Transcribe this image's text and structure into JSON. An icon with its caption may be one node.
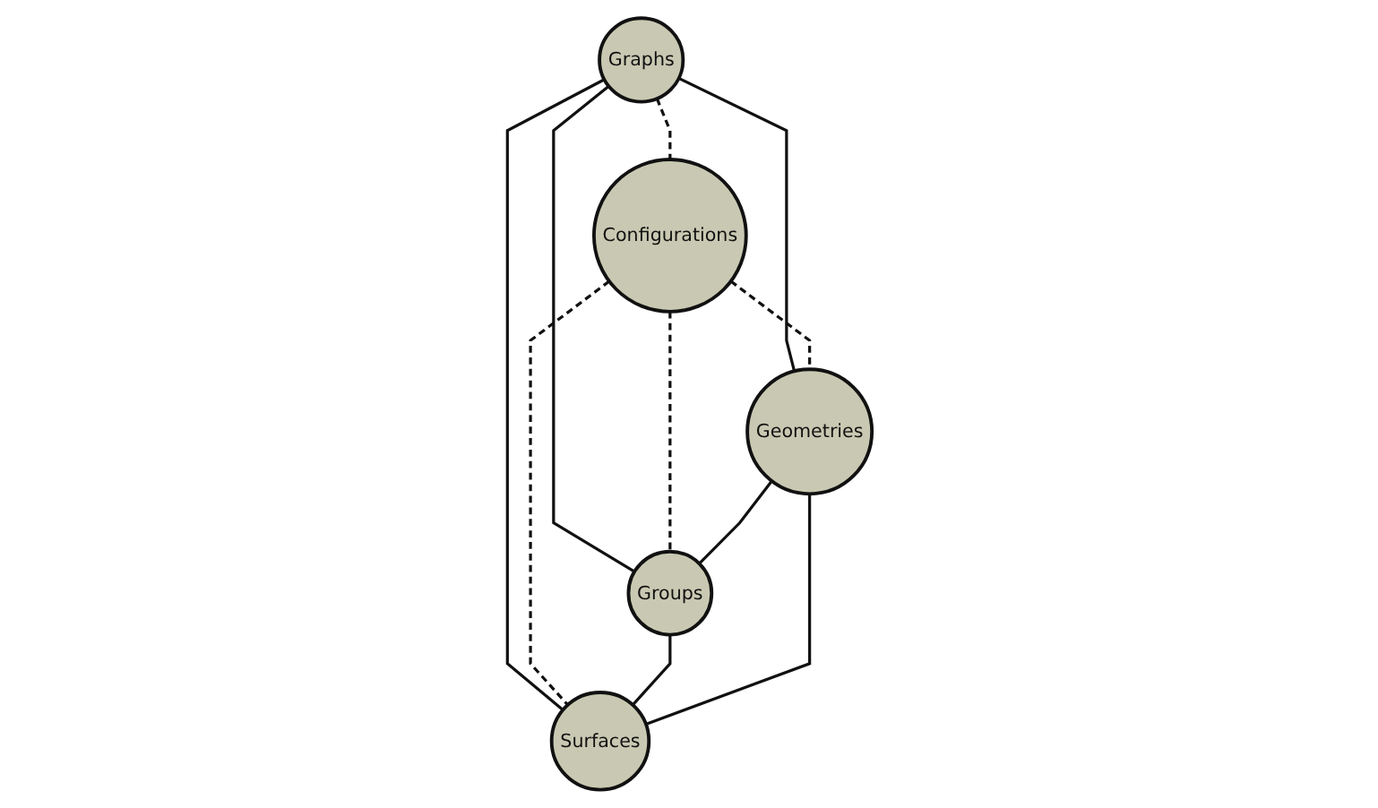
{
  "diagram": {
    "nodes": [
      {
        "text": [
          "Graphs"
        ]
      },
      {
        "text": [
          "Configurations"
        ]
      },
      {
        "text": [
          "Groups"
        ]
      },
      {
        "text": [
          "Geometries"
        ]
      },
      {
        "text": [
          "Surfaces"
        ]
      }
    ],
    "edges": [
      {
        "from": 0,
        "to": 3,
        "arrow": "none"
      },
      {
        "from": 0,
        "to": 1,
        "arrow": "none",
        "style": "dashed"
      },
      {
        "from": 0,
        "to": 2,
        "arrow": "none"
      },
      {
        "from": 0,
        "to": 4,
        "arrow": "none"
      },
      {
        "from": 1,
        "to": 2,
        "arrow": "none",
        "style": "dashed"
      },
      {
        "from": 1,
        "to": 3,
        "arrow": "none",
        "style": "dashed"
      },
      {
        "from": 1,
        "to": 4,
        "arrow": "none",
        "style": "dashed"
      },
      {
        "from": 3,
        "to": 2,
        "arrow": "none"
      },
      {
        "from": 2,
        "to": 4,
        "arrow": "none"
      },
      {
        "from": 3,
        "to": 4,
        "arrow": "none"
      }
    ]
  }
}
